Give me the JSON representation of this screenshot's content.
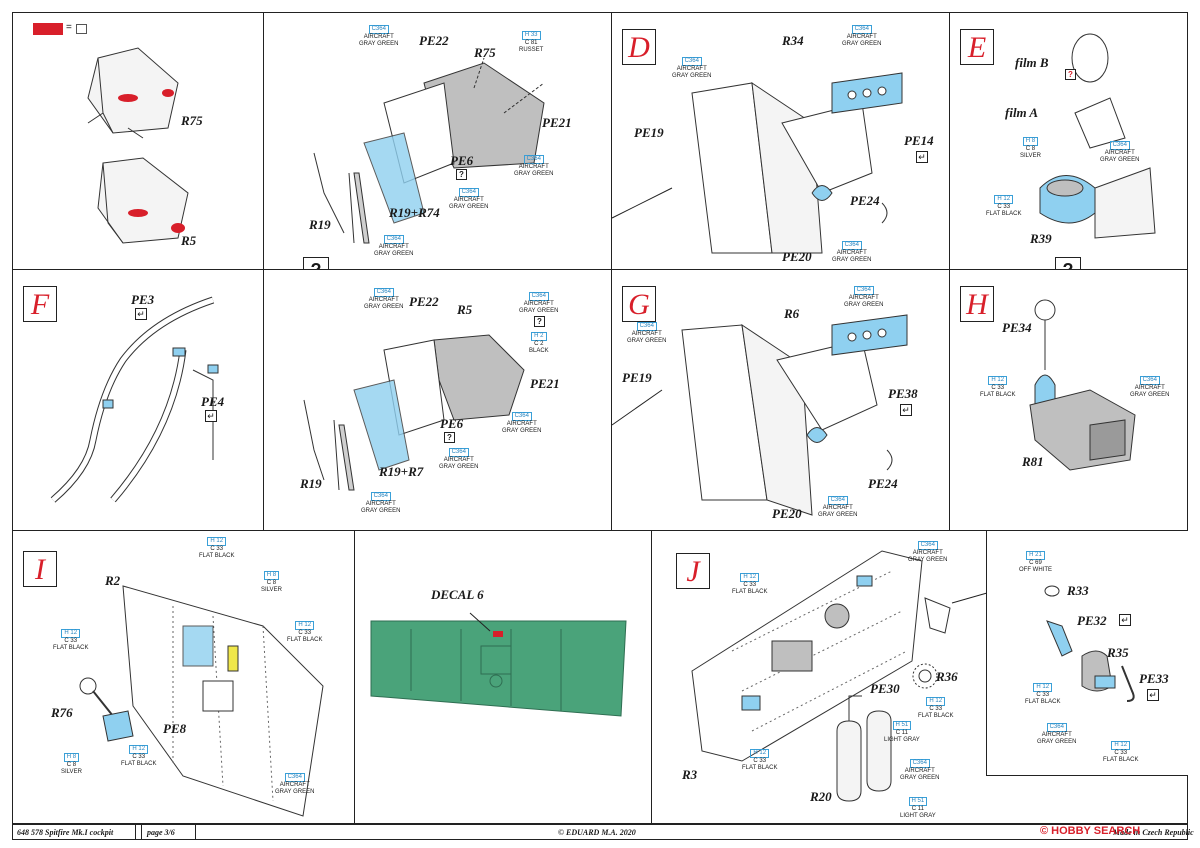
{
  "legend": {
    "swatch_color": "#d81f2a",
    "symbol": "="
  },
  "panels": {
    "top_left": {
      "parts": [
        "R75",
        "R5"
      ]
    },
    "step_d": {
      "letter": "D",
      "labels": [
        "R34",
        "PE19",
        "PE14",
        "PE24",
        "PE20"
      ]
    },
    "step_e": {
      "letter": "E",
      "labels": [
        "film B",
        "film A",
        "R39"
      ]
    },
    "step_f": {
      "letter": "F",
      "labels": [
        "PE3",
        "PE4"
      ]
    },
    "step_g": {
      "letter": "G",
      "labels": [
        "R6",
        "PE19",
        "PE38",
        "PE24",
        "PE20"
      ]
    },
    "step_h": {
      "letter": "H",
      "labels": [
        "PE34",
        "R81"
      ]
    },
    "step_i": {
      "letter": "I",
      "labels": [
        "R2",
        "R76",
        "PE8"
      ]
    },
    "decal": {
      "label": "DECAL 6",
      "panel_color": "#4aa37a"
    },
    "step_j": {
      "letter": "J",
      "labels": [
        "R36",
        "PE30",
        "R3",
        "R20"
      ]
    },
    "j_inset": {
      "labels": [
        "R33",
        "PE32",
        "R35",
        "PE33"
      ]
    },
    "top_mid": {
      "labels": [
        "PE22",
        "R75",
        "PE21",
        "PE6",
        "R19",
        "R19+R74"
      ]
    },
    "mid_mid": {
      "labels": [
        "PE22",
        "R5",
        "PE21",
        "PE6",
        "R19",
        "R19+R7"
      ]
    }
  },
  "paints": {
    "c364": {
      "code": "C364",
      "name1": "AIRCRAFT",
      "name2": "GRAY GREEN"
    },
    "h33": {
      "code": "H 33",
      "c": "C 81",
      "name": "RUSSET"
    },
    "h2": {
      "code": "H 2",
      "c": "C 2",
      "name": "BLACK"
    },
    "h8": {
      "code": "H 8",
      "c": "C 8",
      "name": "SILVER"
    },
    "h12": {
      "code": "H 12",
      "c": "C 33",
      "name": "FLAT BLACK"
    },
    "h51": {
      "code": "H 51",
      "c": "C 11",
      "name": "LIGHT GRAY"
    },
    "h21": {
      "code": "H 21",
      "c": "C 69",
      "name": "OFF WHITE"
    }
  },
  "symbols": {
    "question": "?",
    "bend": "↵"
  },
  "footer": {
    "product": "648 578  Spitfire Mk.I cockpit",
    "page": "page 3/6",
    "copyright": "© EDUARD  M.A. 2020",
    "brand": "HOBBY SEARCH",
    "brand_prefix": "©",
    "note": "Made in Czech Republic"
  },
  "colors": {
    "accent_red": "#d81f2a",
    "paint_blue": "#3aa0d8",
    "part_blue": "#8fd0f0",
    "decal_green": "#4aa37a"
  }
}
